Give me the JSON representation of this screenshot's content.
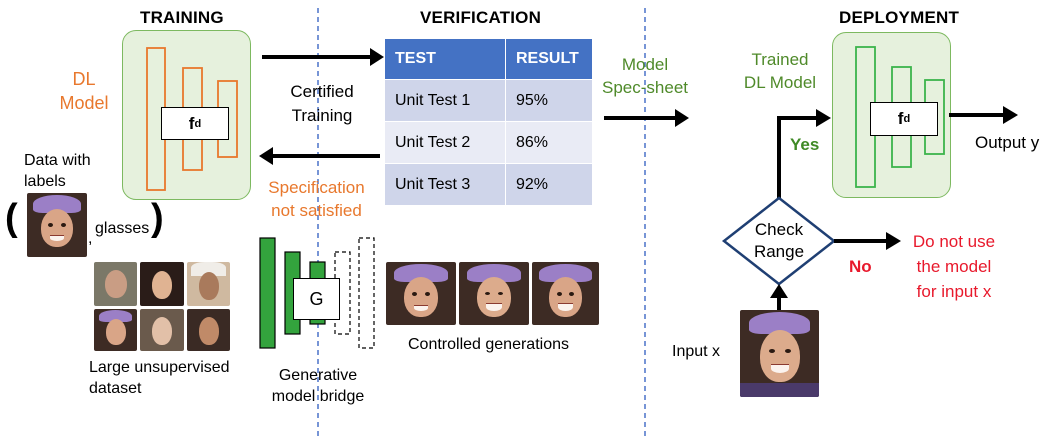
{
  "sections": {
    "training": "TRAINING",
    "verification": "VERIFICATION",
    "deployment": "DEPLOYMENT"
  },
  "training": {
    "model_label_1": "DL",
    "model_label_2": "Model",
    "function_label": "f",
    "function_subscript": "d",
    "data_label_1": "Data with",
    "data_label_2": "labels",
    "tuple_open": "(",
    "tuple_close": ")",
    "tuple_comma": ",",
    "glasses_label": "glasses",
    "unsupervised_label_1": "Large unsupervised",
    "unsupervised_label_2": "dataset"
  },
  "arrows": {
    "certified_1": "Certified",
    "certified_2": "Training",
    "spec_fail_1": "Specification",
    "spec_fail_2": "not satisfied",
    "spec_sheet_1": "Model",
    "spec_sheet_2": "Spec-sheet"
  },
  "table": {
    "headers": [
      "TEST",
      "RESULT"
    ],
    "rows": [
      {
        "test": "Unit Test 1",
        "result": "95%"
      },
      {
        "test": "Unit Test 2",
        "result": "86%"
      },
      {
        "test": "Unit Test 3",
        "result": "92%"
      }
    ]
  },
  "generative": {
    "g_label": "G",
    "bridge_label_1": "Generative",
    "bridge_label_2": "model bridge",
    "controlled_label": "Controlled generations"
  },
  "deployment": {
    "trained_label_1": "Trained",
    "trained_label_2": "DL Model",
    "function_label": "f",
    "function_subscript": "d",
    "output_label": "Output y",
    "check_1": "Check",
    "check_2": "Range",
    "yes_label": "Yes",
    "no_label": "No",
    "reject_1": "Do not use",
    "reject_2": "the model",
    "reject_3": "for input x",
    "input_label": "Input x"
  },
  "colors": {
    "orange": "#e8782d",
    "green_text": "#4f8a2a",
    "green_box": "#3cb44b",
    "green_fill": "#e6f1dd",
    "red": "#e8192c",
    "navy": "#1f3f73",
    "table_header": "#4472c4",
    "divider": "#4a72c8"
  }
}
